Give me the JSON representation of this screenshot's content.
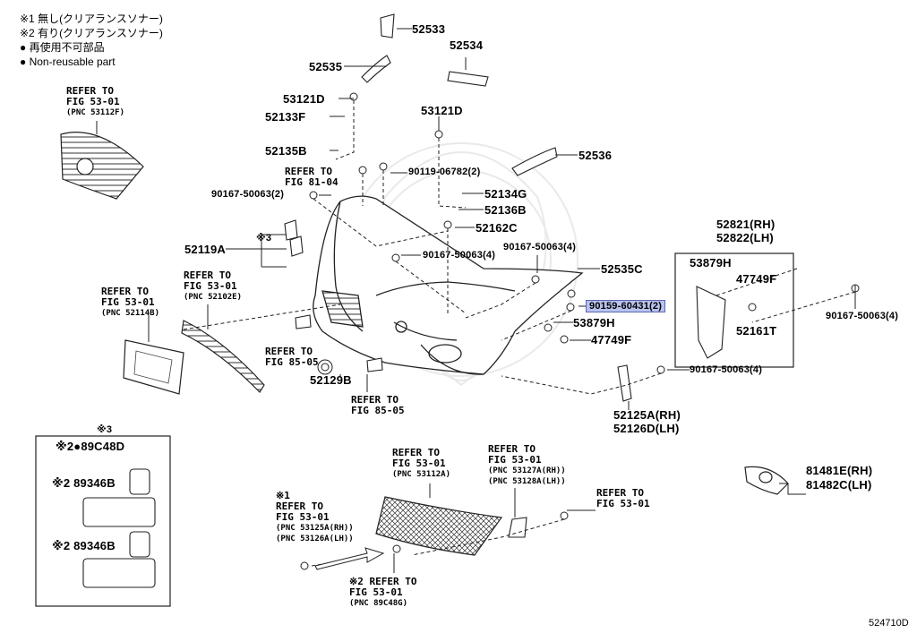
{
  "legend": [
    "※1 無し(クリアランスソナー)",
    "※2 有り(クリアランスソナー)",
    "● 再使用不可部品",
    "● Non-reusable part"
  ],
  "parts": {
    "p52533": "52533",
    "p52534": "52534",
    "p52535": "52535",
    "p53121D_a": "53121D",
    "p52133F": "52133F",
    "p53121D_b": "53121D",
    "p52135B": "52135B",
    "p52536": "52536",
    "p90119": "90119-06782(2)",
    "p90167_2": "90167-50063(2)",
    "p52134G": "52134G",
    "p52136B": "52136B",
    "p52162C": "52162C",
    "p52119A": "52119A",
    "x3": "※3",
    "p90167_4a": "90167-50063(4)",
    "p90167_4b": "90167-50063(4)",
    "p52535C": "52535C",
    "p90159": "90159-60431(2)",
    "p53879H_a": "53879H",
    "p47749F_a": "47749F",
    "p52821": "52821(RH)",
    "p52822": "52822(LH)",
    "p53879H_b": "53879H",
    "p47749F_b": "47749F",
    "p52161T": "52161T",
    "p90167_4c": "90167-50063(4)",
    "p90167_4d": "90167-50063(4)",
    "p52129B": "52129B",
    "p52125A": "52125A(RH)",
    "p52126D": "52126D(LH)",
    "p81481E": "81481E(RH)",
    "p81482C": "81482C(LH)",
    "inset_x3": "※3",
    "p89C48D": "※2●89C48D",
    "p89346B_a": "※2 89346B",
    "p89346B_b": "※2 89346B",
    "code": "524710D"
  },
  "refs": {
    "r1": {
      "l1": "REFER TO",
      "l2": "FIG 53-01",
      "l3": "(PNC 53112F)"
    },
    "r2": {
      "l1": "REFER TO",
      "l2": "FIG 81-04"
    },
    "r3": {
      "l1": "REFER TO",
      "l2": "FIG 53-01",
      "l3": "(PNC 52102E)"
    },
    "r4": {
      "l1": "REFER TO",
      "l2": "FIG 53-01",
      "l3": "(PNC 52114B)"
    },
    "r5": {
      "l1": "REFER TO",
      "l2": "FIG 85-05"
    },
    "r6": {
      "l1": "REFER TO",
      "l2": "FIG 85-05"
    },
    "r7": {
      "l1": "REFER TO",
      "l2": "FIG 53-01",
      "l3": "(PNC 53112A)"
    },
    "r8": {
      "l1": "REFER TO",
      "l2": "FIG 53-01",
      "l3": "(PNC 53127A(RH))",
      "l4": "(PNC 53128A(LH))"
    },
    "r9": {
      "l1": "REFER TO",
      "l2": "FIG 53-01"
    },
    "r10": {
      "l0": "※1",
      "l1": "REFER TO",
      "l2": "FIG 53-01",
      "l3": "(PNC 53125A(RH))",
      "l4": "(PNC 53126A(LH))"
    },
    "r11": {
      "l1": "※2 REFER TO",
      "l2": "FIG 53-01",
      "l3": "(PNC 89C48G)"
    }
  }
}
